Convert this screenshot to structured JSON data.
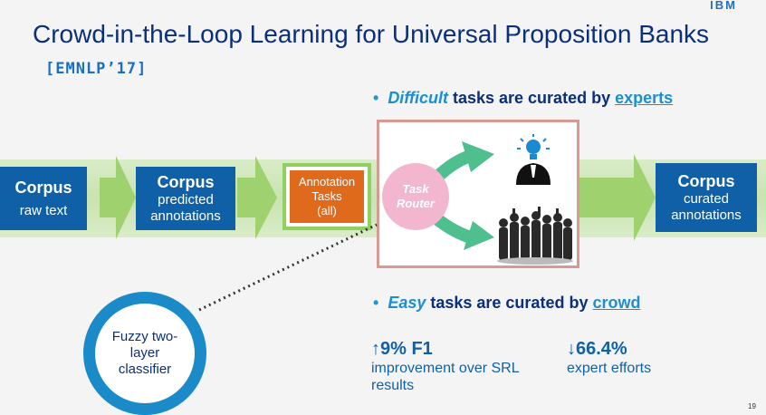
{
  "logo": "IBM",
  "title": "Crowd-in-the-Loop Learning for Universal Proposition Banks",
  "venue": "[EMNLP’17]",
  "bullets": {
    "difficult": {
      "em": "Difficult",
      "mid": " tasks are curated by ",
      "link": "experts"
    },
    "easy": {
      "em": "Easy",
      "mid": " tasks are curated by ",
      "link": "crowd"
    }
  },
  "boxes": {
    "corpus_raw": {
      "title": "Corpus",
      "sub": "raw text"
    },
    "corpus_pred": {
      "title": "Corpus",
      "sub1": "predicted",
      "sub2": "annotations"
    },
    "tasks": {
      "l1": "Annotation",
      "l2": "Tasks",
      "l3": "(all)"
    },
    "router": {
      "l1": "Task",
      "l2": "Router"
    },
    "corpus_cur": {
      "title": "Corpus",
      "sub1": "curated",
      "sub2": "annotations"
    }
  },
  "classifier": {
    "l1": "Fuzzy two-",
    "l2": "layer",
    "l3": "classifier"
  },
  "stats": {
    "f1": {
      "big": "↑9% F1",
      "l1": "improvement over SRL",
      "l2": "results"
    },
    "effort": {
      "big": "↓66.4%",
      "l1": "expert efforts"
    }
  },
  "page_number": "19",
  "colors": {
    "title": "#0b2f7a",
    "box_blue": "#1060a8",
    "arrow_green": "#9fd16f",
    "task_orange": "#e06a1c",
    "router_pink": "#f2b6cf",
    "circle_blue": "#1a8ac9"
  },
  "icons": [
    "expert-lightbulb-person-icon",
    "crowd-people-icon"
  ]
}
